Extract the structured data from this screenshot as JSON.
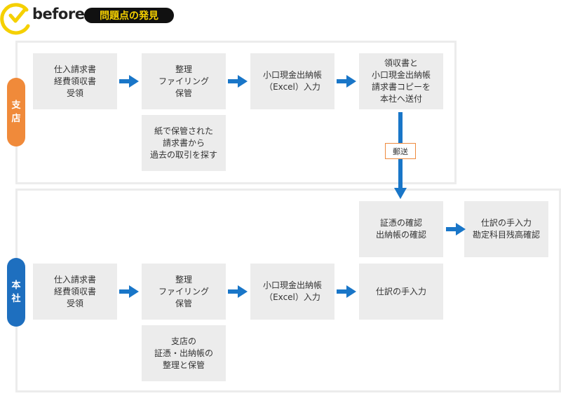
{
  "header": {
    "word": "before",
    "title": "問題点の発見"
  },
  "colors": {
    "accent_yellow": "#f5d000",
    "branch_orange": "#f08a3a",
    "hq_blue": "#1e6fbf",
    "arrow_blue": "#1976c8",
    "box_gray": "#ececec"
  },
  "branch": {
    "label": [
      "支",
      "店"
    ],
    "boxes": [
      [
        "仕入請求書",
        "経費領収書",
        "受領"
      ],
      [
        "整理",
        "ファイリング",
        "保管"
      ],
      [
        "小口現金出納帳",
        "（Excel）入力"
      ],
      [
        "領収書と",
        "小口現金出納帳",
        "請求書コピーを",
        "本社へ送付"
      ],
      [
        "紙で保管された",
        "請求書から",
        "過去の取引を探す"
      ]
    ]
  },
  "mail": "郵送",
  "hq": {
    "label": [
      "本",
      "社"
    ],
    "boxes": [
      [
        "証憑の確認",
        "出納帳の確認"
      ],
      [
        "仕訳の手入力",
        "勘定科目残高確認"
      ],
      [
        "仕入請求書",
        "経費領収書",
        "受領"
      ],
      [
        "整理",
        "ファイリング",
        "保管"
      ],
      [
        "小口現金出納帳",
        "（Excel）入力"
      ],
      [
        "仕訳の手入力"
      ],
      [
        "支店の",
        "証憑・出納帳の",
        "整理と保管"
      ]
    ]
  }
}
